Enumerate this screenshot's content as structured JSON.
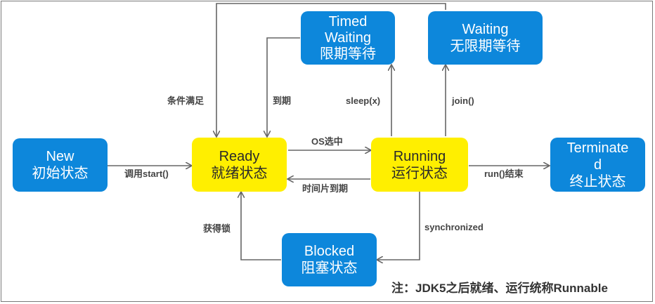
{
  "nodes": {
    "new": {
      "line1": "New",
      "line2": "初始状态"
    },
    "ready": {
      "line1": "Ready",
      "line2": "就绪状态"
    },
    "running": {
      "line1": "Running",
      "line2": "运行状态"
    },
    "terminated": {
      "line1": "Terminate",
      "line2": "d",
      "line3": "终止状态"
    },
    "timed_waiting": {
      "line1": "Timed",
      "line2": "Waiting",
      "line3": "限期等待"
    },
    "waiting": {
      "line1": "Waiting",
      "line2": "无限期等待"
    },
    "blocked": {
      "line1": "Blocked",
      "line2": "阻塞状态"
    }
  },
  "edges": {
    "new_to_ready": "调用start()",
    "ready_to_running": "OS选中",
    "running_to_ready": "时间片到期",
    "running_to_terminated": "run()结束",
    "waiting_to_ready": "条件满足",
    "timed_to_ready": "到期",
    "running_to_timed": "sleep(x)",
    "running_to_waiting": "join()",
    "running_to_blocked": "synchronized",
    "blocked_to_ready": "获得锁"
  },
  "note": "注：JDK5之后就绪、运行统称Runnable",
  "colors": {
    "state_blue": "#0d87db",
    "state_yellow": "#ffef00",
    "line": "#666666"
  }
}
